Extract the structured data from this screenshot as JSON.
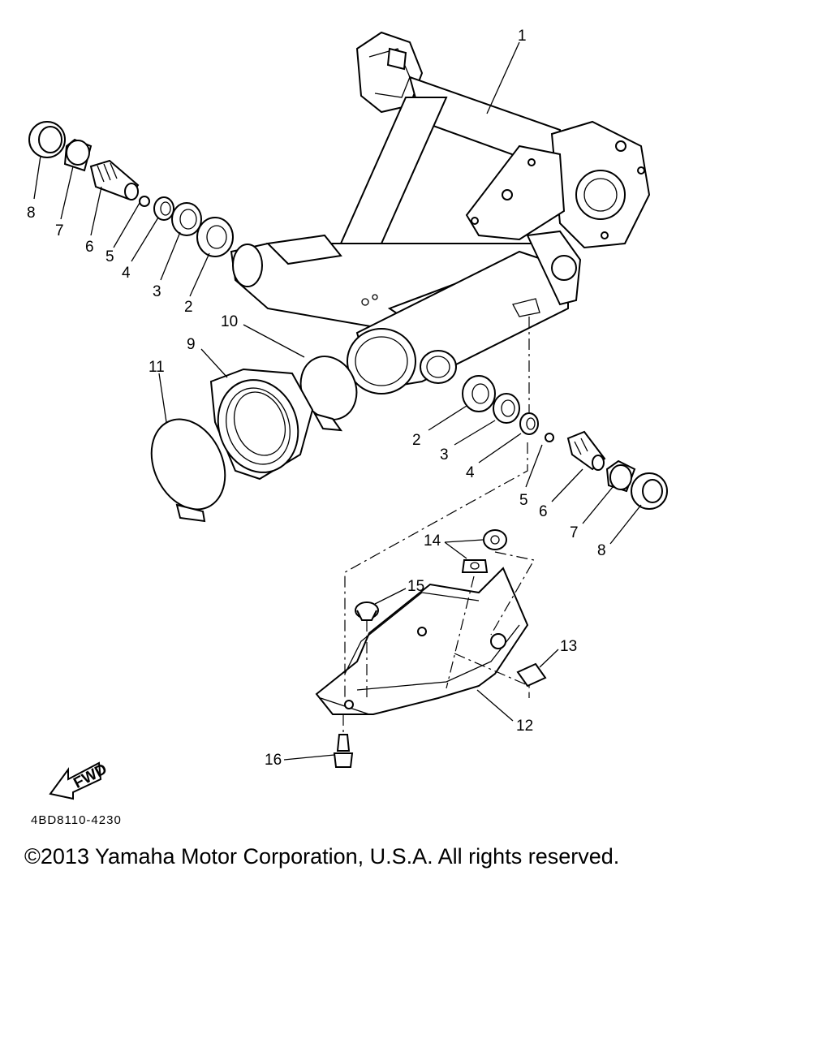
{
  "callouts": {
    "c1": "1",
    "c2a": "2",
    "c3a": "3",
    "c4a": "4",
    "c5a": "5",
    "c6a": "6",
    "c7a": "7",
    "c8a": "8",
    "c2b": "2",
    "c3b": "3",
    "c4b": "4",
    "c5b": "5",
    "c6b": "6",
    "c7b": "7",
    "c8b": "8",
    "c9": "9",
    "c10": "10",
    "c11": "11",
    "c12": "12",
    "c13": "13",
    "c14": "14",
    "c15": "15",
    "c16": "16"
  },
  "fwd_label": "FWD",
  "diagram_code": "4BD8110-4230",
  "copyright": "©2013 Yamaha Motor Corporation, U.S.A. All rights reserved."
}
